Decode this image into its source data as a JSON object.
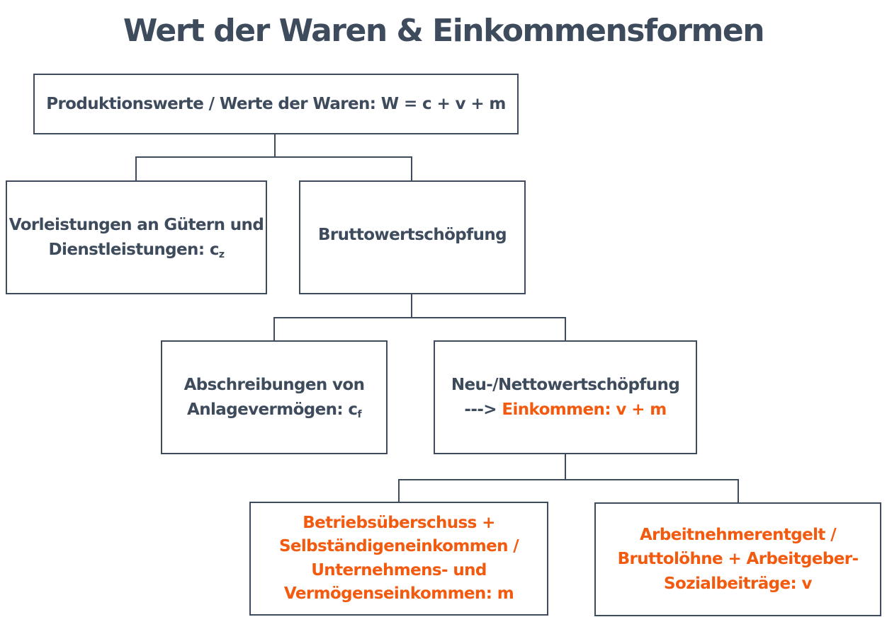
{
  "title": "Wert der Waren & Einkommensformen",
  "colors": {
    "text": "#3d4b5c",
    "accent": "#f25a0f",
    "border": "#3d4b5c"
  },
  "nodes": {
    "produktionswerte": {
      "label": "Produktionswerte  / Werte der Waren: W = c + v + m"
    },
    "vorleistungen": {
      "line1": "Vorleistungen an Gütern und",
      "line2": "Dienstleistungen: c",
      "sub": "z"
    },
    "bruttowertschoepfung": {
      "label": "Bruttowertschöpfung"
    },
    "abschreibungen": {
      "line1": "Abschreibungen von",
      "line2": "Anlagevermögen: c",
      "sub": "f"
    },
    "nettowertschoepfung": {
      "line1": "Neu-/Nettowertschöpfung",
      "arrow": "--->",
      "highlight": "Einkommen: v + m"
    },
    "betriebsueberschuss": {
      "line1": "Betriebsüberschuss +",
      "line2": "Selbständigeneinkommen /",
      "line3": "Unternehmens- und",
      "line4": "Vermögenseinkommen: m"
    },
    "arbeitnehmerentgelt": {
      "line1": "Arbeitnehmerentgelt /",
      "line2": "Bruttolöhne + Arbeitgeber-",
      "line3": "Sozialbeiträge: v"
    }
  }
}
